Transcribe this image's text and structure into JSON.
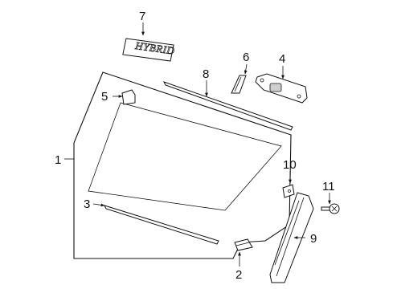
{
  "callouts": {
    "c1": "1",
    "c2": "2",
    "c3": "3",
    "c4": "4",
    "c5": "5",
    "c6": "6",
    "c7": "7",
    "c8": "8",
    "c9": "9",
    "c10": "10",
    "c11": "11"
  },
  "badge": {
    "text": "HYBRID"
  }
}
